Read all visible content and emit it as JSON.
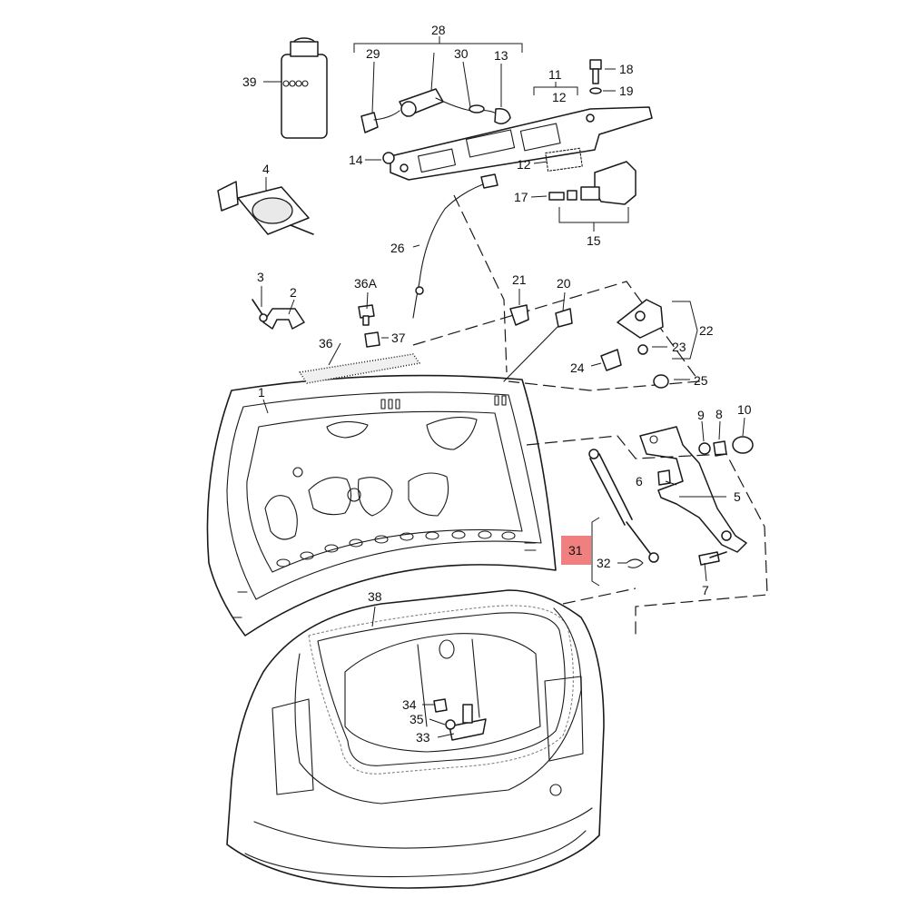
{
  "highlight_color": "#f08080",
  "labels": {
    "p1": "1",
    "p2": "2",
    "p3": "3",
    "p4": "4",
    "p5": "5",
    "p6": "6",
    "p7": "7",
    "p8": "8",
    "p9": "9",
    "p10": "10",
    "p11": "11",
    "p12a": "12",
    "p12b": "12",
    "p13": "13",
    "p14": "14",
    "p15": "15",
    "p17": "17",
    "p18": "18",
    "p19": "19",
    "p20": "20",
    "p21": "21",
    "p22": "22",
    "p23": "23",
    "p24": "24",
    "p25": "25",
    "p26": "26",
    "p28": "28",
    "p29": "29",
    "p30": "30",
    "p31": "31",
    "p32": "32",
    "p33": "33",
    "p34": "34",
    "p35": "35",
    "p36": "36",
    "p36a": "36A",
    "p37": "37",
    "p38": "38",
    "p39": "39"
  }
}
